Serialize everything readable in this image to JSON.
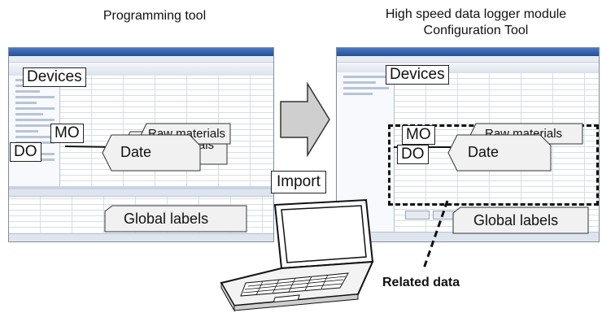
{
  "headings": {
    "left": "Programming tool",
    "right_line1": "High speed data logger module",
    "right_line2": "Configuration Tool"
  },
  "left_window": {
    "labels": {
      "devices": "Devices",
      "mo": "MO",
      "do": "DO",
      "raw_materials": "Raw materials",
      "date": "Date",
      "global_labels": "Global labels"
    }
  },
  "right_window": {
    "labels": {
      "devices": "Devices",
      "mo": "MO",
      "do": "DO",
      "raw_materials": "Raw materials",
      "date": "Date",
      "global_labels": "Global labels"
    }
  },
  "import_label": "Import",
  "related_data_label": "Related data"
}
